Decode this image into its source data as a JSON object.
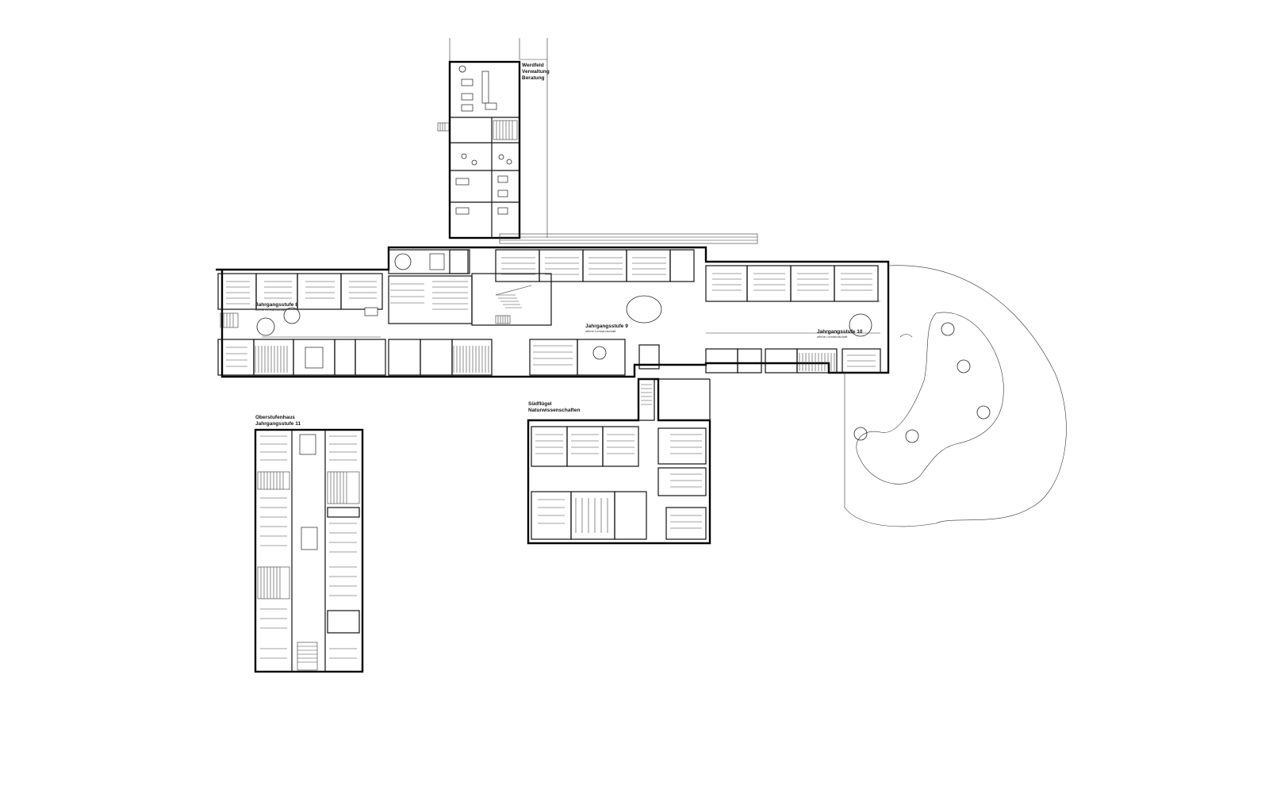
{
  "plan": {
    "north_wing": {
      "label_lines": [
        "Werdfeld",
        "Verwaltung",
        "Beratung"
      ]
    },
    "jahrgang_left": {
      "title": "Jahrgangsstufe 8",
      "subtitle": "offene Lernlandschaft"
    },
    "jahrgang_center": {
      "title": "Jahrgangsstufe 9",
      "subtitle": "offene Lernlandschaft"
    },
    "jahrgang_right": {
      "title": "Jahrgangsstufe 10",
      "subtitle": "offene Lernlandschaft"
    },
    "oberstufe": {
      "label_lines": [
        "Oberstufenhaus",
        "Jahrgangsstufe 11"
      ]
    },
    "south_wing": {
      "label_lines": [
        "Südflügel",
        "Naturwissenschaften"
      ]
    }
  }
}
